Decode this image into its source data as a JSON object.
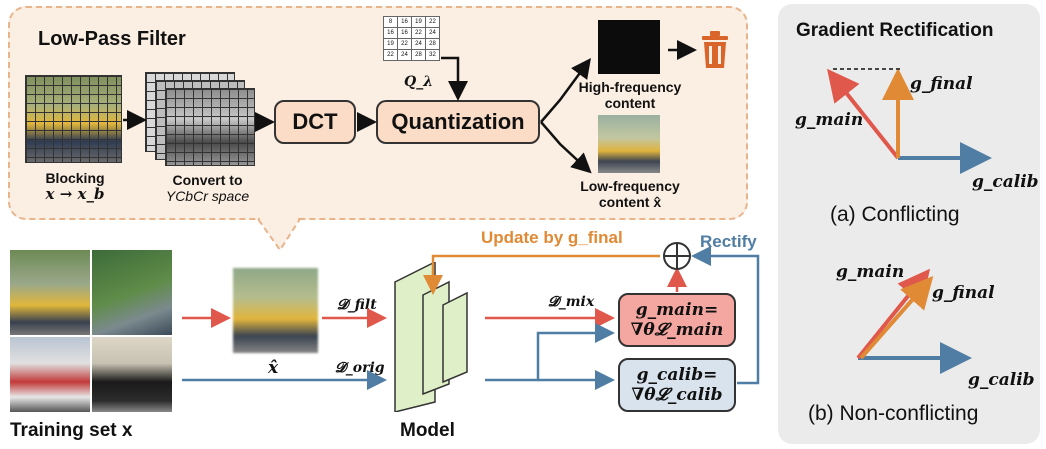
{
  "lpf": {
    "title": "Low-Pass Filter",
    "blocking_label": "Blocking",
    "blocking_math": "x → x_b",
    "convert_label_1": "Convert to",
    "convert_label_2": "YCbCr space",
    "dct_label": "DCT",
    "quant_label": "Quantization",
    "q_label": "Q_λ",
    "q_table": [
      [
        "8",
        "16",
        "19",
        "22"
      ],
      [
        "16",
        "16",
        "22",
        "24"
      ],
      [
        "19",
        "22",
        "24",
        "28"
      ],
      [
        "22",
        "24",
        "28",
        "32"
      ]
    ],
    "high_freq_1": "High-frequency",
    "high_freq_2": "content",
    "low_freq_1": "Low-frequency",
    "low_freq_2": "content x̂"
  },
  "pipeline": {
    "training_set": "Training set x",
    "x_hat": "x̂",
    "d_filt": "𝓓_filt",
    "d_orig": "𝓓_orig",
    "d_mix": "𝓓_mix",
    "model": "Model",
    "update_by": "Update by g_final",
    "rectify": "Rectify",
    "g_main_eq_1": "g_main=",
    "g_main_eq_2": "∇θ𝓛_main",
    "g_calib_eq_1": "g_calib=",
    "g_calib_eq_2": "∇θ𝓛_calib"
  },
  "gr": {
    "title": "Gradient Rectification",
    "g_main": "g_main",
    "g_final": "g_final",
    "g_calib": "g_calib",
    "caption_a": "(a) Conflicting",
    "caption_b": "(b) Non-conflicting"
  },
  "colors": {
    "orange": "#e08a35",
    "red": "#e0574b",
    "blue": "#4f7da4",
    "peach": "#fbdcc7",
    "panel": "#fbeee2"
  }
}
